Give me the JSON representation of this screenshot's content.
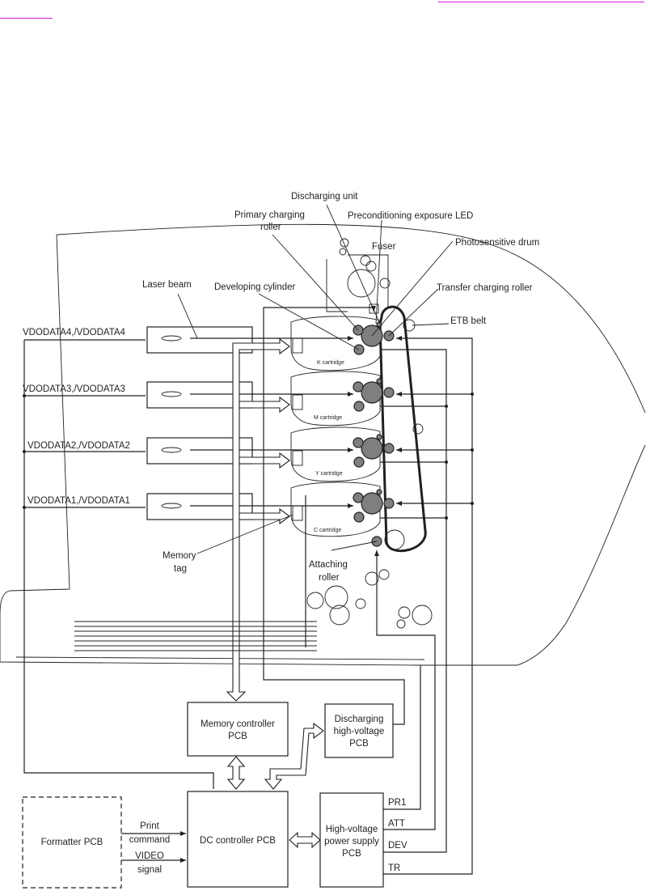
{
  "labels": {
    "discharging_unit": "Discharging unit",
    "primary_charging_roller_1": "Primary charging",
    "primary_charging_roller_2": "roller",
    "preconditioning_led": "Preconditioning exposure LED",
    "photosensitive_drum": "Photosensitive drum",
    "fuser": "Fuser",
    "laser_beam": "Laser beam",
    "developing_cylinder": "Developing cylinder",
    "transfer_charging_roller": "Transfer charging roller",
    "etb_belt": "ETB belt",
    "vdodata4": "VDODATA4,/VDODATA4",
    "vdodata3": "VDODATA3,/VDODATA3",
    "vdodata2": "VDODATA2,/VDODATA2",
    "vdodata1": "VDODATA1,/VDODATA1",
    "k_cartridge": "K cartridge",
    "m_cartridge": "M cartridge",
    "y_cartridge": "Y cartridge",
    "c_cartridge": "C cartridge",
    "memory_tag_1": "Memory",
    "memory_tag_2": "tag",
    "attaching_roller_1": "Attaching",
    "attaching_roller_2": "roller",
    "memory_controller_1": "Memory controller",
    "memory_controller_2": "PCB",
    "discharging_hv_1": "Discharging",
    "discharging_hv_2": "high-voltage",
    "discharging_hv_3": "PCB",
    "formatter": "Formatter PCB",
    "dc_controller": "DC controller PCB",
    "hv_power_1": "High-voltage",
    "hv_power_2": "power supply",
    "hv_power_3": "PCB",
    "print_command_1": "Print",
    "print_command_2": "command",
    "video_signal_1": "VIDEO",
    "video_signal_2": "signal",
    "pr1": "PR1",
    "att": "ATT",
    "dev": "DEV",
    "tr": "TR"
  }
}
